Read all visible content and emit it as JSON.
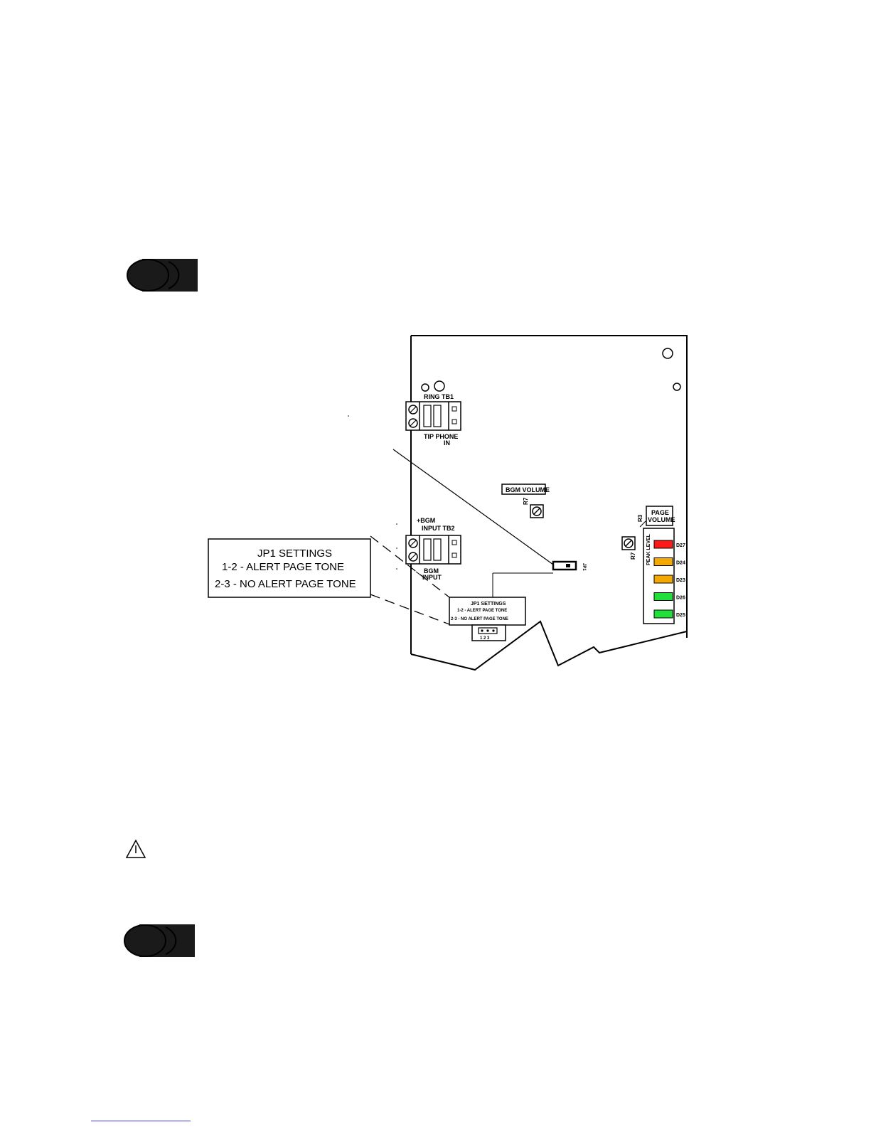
{
  "badges": [
    "bullet-badge-top",
    "bullet-badge-bottom"
  ],
  "board": {
    "tb1_label": "RING TB1",
    "tb1_sub_label": "TIP  PHONE",
    "tb1_sub_label2": "IN",
    "tb2_top_label": "+BGM",
    "tb2_label": "INPUT TB2",
    "tb2_sub_label": "BGM",
    "tb2_sub_label2": "INPUT",
    "bgm_volume_label": "BGM VOLUME",
    "bgm_pot_ref": "R7",
    "page_volume_label": "PAGE",
    "page_volume_label2": "VOLUME",
    "page_pot_ref_top": "R3",
    "page_pot_ref": "R7",
    "jumper_ref": "JP1",
    "meter_caption": "PEAK LEVEL",
    "leds": [
      {
        "ref": "D27",
        "color": "#ff1a1a"
      },
      {
        "ref": "D24",
        "color": "#f5a800"
      },
      {
        "ref": "D23",
        "color": "#f5a800"
      },
      {
        "ref": "D26",
        "color": "#22e03a"
      },
      {
        "ref": "D25",
        "color": "#22e03a"
      }
    ],
    "small_box": {
      "title": "JP1 SETTINGS",
      "line1": "1-2 - ALERT PAGE TONE",
      "line2": "2-3 - NO ALERT PAGE TONE",
      "pins": "1  2  3"
    }
  },
  "callout": {
    "title": "JP1 SETTINGS",
    "line1": "1-2  -  ALERT PAGE TONE",
    "line2": "2-3  -  NO ALERT PAGE TONE"
  },
  "icons": [
    "warning-triangle-icon"
  ]
}
